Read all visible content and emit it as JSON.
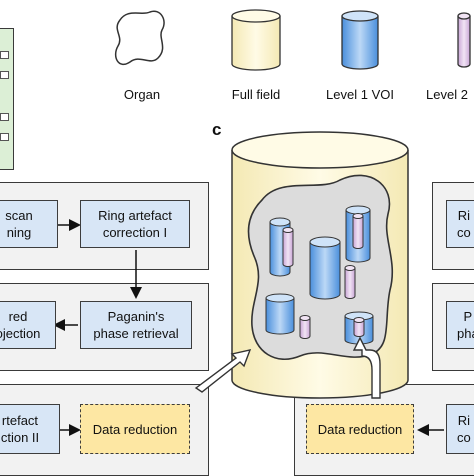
{
  "legend": {
    "organ": "Organ",
    "full_field": "Full field",
    "level1": "Level 1 VOI",
    "level2": "Level 2"
  },
  "panel_c_label": "c",
  "boxes": {
    "scan": "scan\nning",
    "ring1": "Ring artefact\ncorrection I",
    "red_proj": "red\nojection",
    "paganin": "Paganin's\nphase retrieval",
    "artefact2": "rtefact\nction II",
    "data_red_left": "Data reduction",
    "data_red_right": "Data reduction",
    "right_top": "Ri\nco",
    "right_mid": "P\npha",
    "right_bottom": "Ri\nco"
  },
  "colors": {
    "blue_box": "#d8e6f6",
    "yellow_box": "#fde7a3",
    "panel_gray": "#f2f2f2",
    "green_panel": "#dcefd6",
    "full_field_cylinder": "#fbf4cf",
    "level1_blue": "#6fa7e6",
    "level2_pink": "#d9bfe0"
  }
}
